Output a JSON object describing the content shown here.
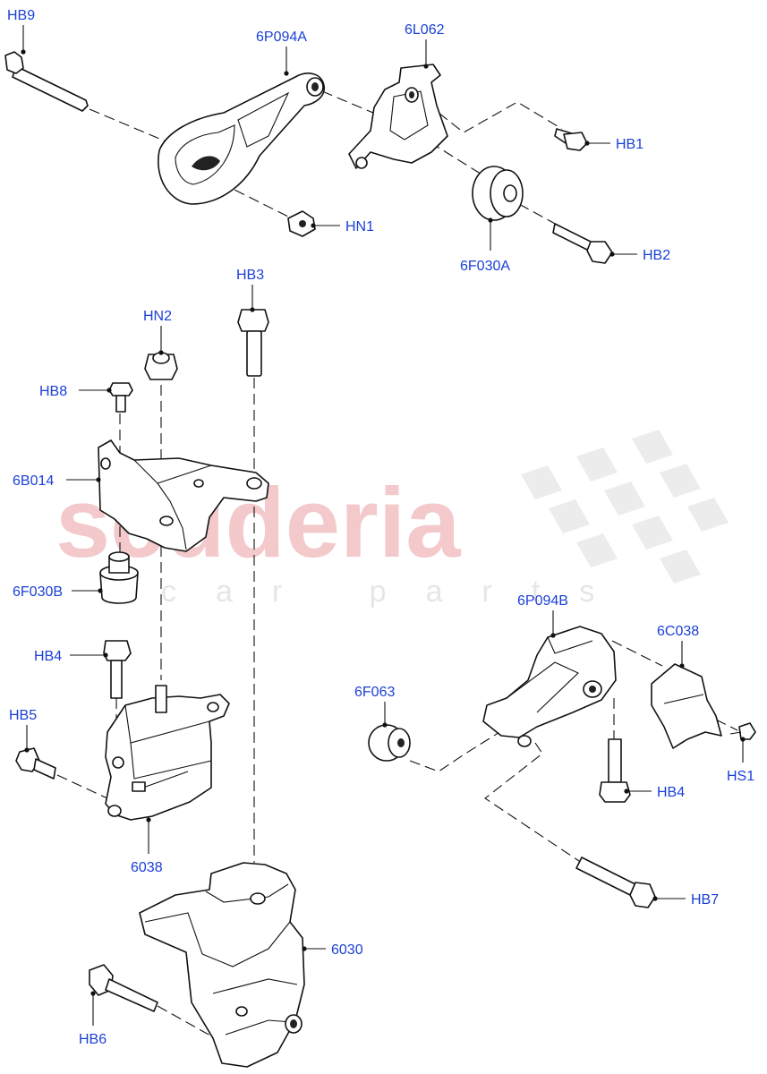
{
  "watermark": {
    "brand": "scuderia",
    "sub": "car parts"
  },
  "callouts": [
    {
      "id": "HB9",
      "text": "HB9"
    },
    {
      "id": "6P094A",
      "text": "6P094A"
    },
    {
      "id": "6L062",
      "text": "6L062"
    },
    {
      "id": "HB1",
      "text": "HB1"
    },
    {
      "id": "HN1",
      "text": "HN1"
    },
    {
      "id": "6F030A",
      "text": "6F030A"
    },
    {
      "id": "HB2",
      "text": "HB2"
    },
    {
      "id": "HB3",
      "text": "HB3"
    },
    {
      "id": "HN2",
      "text": "HN2"
    },
    {
      "id": "HB8",
      "text": "HB8"
    },
    {
      "id": "6B014",
      "text": "6B014"
    },
    {
      "id": "6F030B",
      "text": "6F030B"
    },
    {
      "id": "HB4a",
      "text": "HB4"
    },
    {
      "id": "HB5",
      "text": "HB5"
    },
    {
      "id": "6038",
      "text": "6038"
    },
    {
      "id": "6P094B",
      "text": "6P094B"
    },
    {
      "id": "6C038",
      "text": "6C038"
    },
    {
      "id": "6F063",
      "text": "6F063"
    },
    {
      "id": "HS1",
      "text": "HS1"
    },
    {
      "id": "HB4b",
      "text": "HB4"
    },
    {
      "id": "HB7",
      "text": "HB7"
    },
    {
      "id": "6030",
      "text": "6030"
    },
    {
      "id": "HB6",
      "text": "HB6"
    }
  ]
}
